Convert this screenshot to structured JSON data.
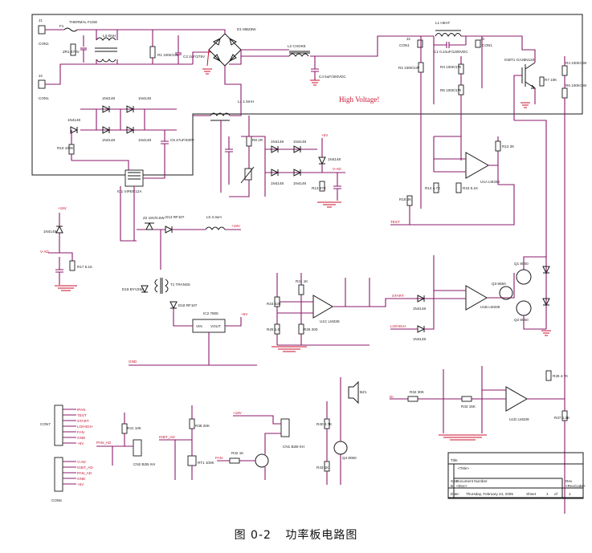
{
  "caption": {
    "figure_number": "图 0-2",
    "figure_title": "功率板电路图"
  },
  "warning_text": "High Voltage!",
  "connectors": {
    "j1": {
      "ref": "J1",
      "type": "CON1"
    },
    "j2": {
      "ref": "J2",
      "type": "CON1"
    },
    "j3": {
      "ref": "J3",
      "type": "CON1"
    },
    "j4": {
      "ref": "J4",
      "type": "CON1"
    },
    "con7": "CON7",
    "con5": "CON5",
    "cn1": "CN1 B2B-XH",
    "cn2": "CN2 B2B-XH"
  },
  "components": {
    "fuse": "THERMAL FUSE",
    "f1": "F1",
    "l1": "L1 HEAT",
    "c1": "C1 0.24uF/1200VDC",
    "l2": "L2 CHOKE",
    "l3": "L3 8mH",
    "l4": "L4 1.5mH",
    "l5": "L5 3.3uH",
    "d1": "D1 MB25W",
    "zr1": "ZR1 470V",
    "igbt1": "IGBT1 GA25N120",
    "ic1": "IC1 VIPER12A",
    "ic2": "IC2 7805",
    "u1a": "U1A LM339",
    "u1b": "U1B LM339",
    "u1c": "U1C LM339",
    "u1d": "U1D LM339",
    "d_1n4148": "1N4148",
    "c2": "C2 2uF/275V",
    "c4": "C4 5uF/400VDC",
    "c5": "C5 47uF/400V",
    "r8": "R8 1R",
    "r9": "R9 15K",
    "rt1": "RT1 100K",
    "vin": "VIN",
    "vout": "VOUT",
    "gnd": "GND",
    "v5": "+5V",
    "v18": "+18V",
    "start": "START",
    "test": "TEST",
    "lohigh": "LO/HIGH",
    "ipan": "IPAN",
    "igbt_ad": "IGBT_AD",
    "pan_ad": "PAN_AD",
    "fan": "FAN",
    "vad": "V-AD",
    "di": "DI",
    "z2": "Z2 18V/0.5W",
    "d13": "D13 RF107",
    "d18": "D18 RF107",
    "d19": "D19 BYV26C",
    "t1": "T1 TRANS5",
    "bz1": "BZ1",
    "q1": "Q1 8050",
    "q2": "Q2 8050",
    "q3": "Q3 8550",
    "q4": "Q4 8050",
    "r1": "R1 100K/1W",
    "r2": "R2 100K/1W",
    "r3": "R3 100K/1W",
    "r4": "R4 100K/1W",
    "r5": "R5 100K/1W",
    "r6": "R6 100K/1W",
    "r7": "R7 10K",
    "r10": "R10 100K",
    "r11": "R11 5.1K",
    "r12": "R12 2K",
    "r13": "R13 47K",
    "r14": "R14 4.7K",
    "r15": "R15 5.1K",
    "r16": "R16 1K",
    "r17": "R17 5.1K",
    "r18": "R18 2K",
    "r19": "R19 1K",
    "r20": "R20 1K",
    "r21": "R21 1K",
    "r22": "R22 10K",
    "r23": "R23 1K",
    "r24": "R24 620",
    "r25": "R25 1.6",
    "r26": "R26 200",
    "r27": "R27 1.2",
    "r28": "R28 4.7K",
    "r29": "R29 15K",
    "r30": "R30 4.7K",
    "r31": "R31 1.5K",
    "r32": "R32 30K",
    "r33": "R33 15K",
    "r34": "R34 5.1K",
    "r35": "R35 10",
    "r36": "R36 18K",
    "r37": "R37 1.2K",
    "r38": "R38 20K",
    "r39": "R39 18K",
    "r40": "R40 4.7K",
    "r41": "R41 10K",
    "r42": "R42 1K",
    "r43": "R43 1K"
  },
  "title_block": {
    "title_label": "Title",
    "title_value": "<Title>",
    "size_label": "Size",
    "size_value": "B",
    "docnum_label": "Document Number",
    "docnum_value": "<Doc>",
    "rev_label": "Rev",
    "rev_value": "<RevCode>",
    "date_label": "Date:",
    "date_value": "Thursday, February 24, 2005",
    "sheet_label": "Sheet",
    "sheet_value": "1",
    "of_label": "of",
    "of_value": "1"
  }
}
